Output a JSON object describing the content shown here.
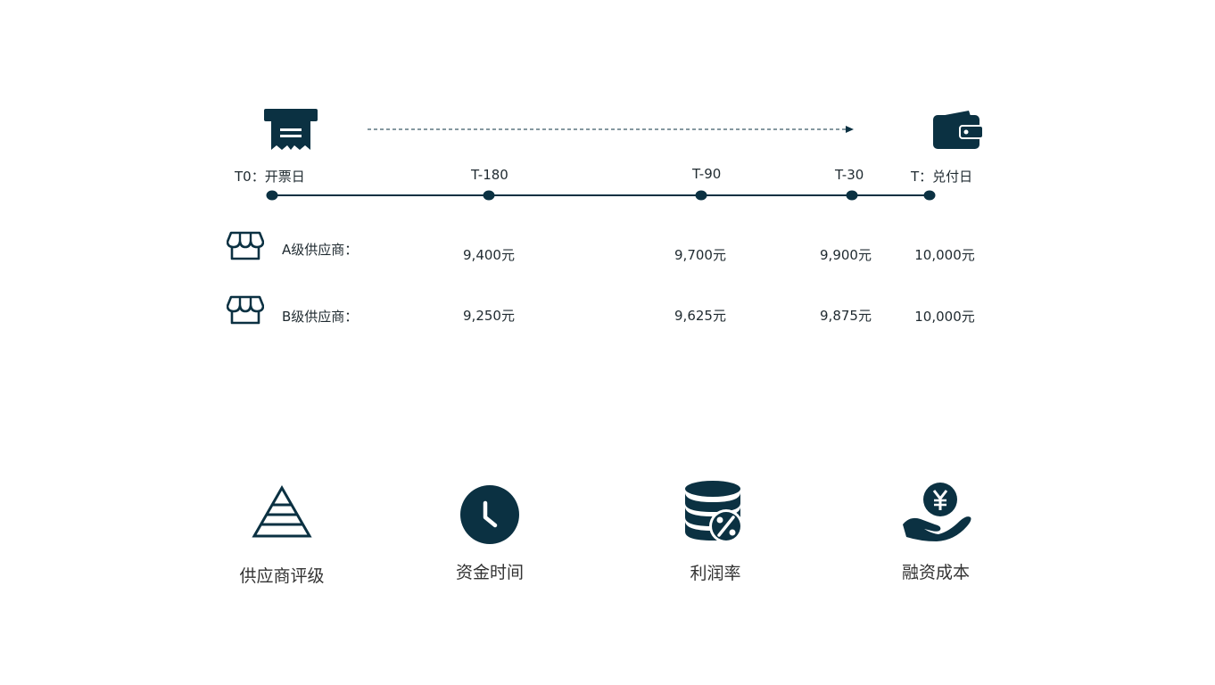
{
  "timeline": {
    "points": [
      {
        "label": "T0：开票日"
      },
      {
        "label": "T-180"
      },
      {
        "label": "T-90"
      },
      {
        "label": "T-30"
      },
      {
        "label": "T：兑付日"
      }
    ]
  },
  "suppliers": [
    {
      "name": "A级供应商：",
      "values": [
        "9,400元",
        "9,700元",
        "9,900元",
        "10,000元"
      ]
    },
    {
      "name": "B级供应商：",
      "values": [
        "9,250元",
        "9,625元",
        "9,875元",
        "10,000元"
      ]
    }
  ],
  "factors": [
    {
      "label": "供应商评级",
      "icon": "pyramid-icon"
    },
    {
      "label": "资金时间",
      "icon": "clock-icon"
    },
    {
      "label": "利润率",
      "icon": "coins-percent-icon"
    },
    {
      "label": "融资成本",
      "icon": "hand-yen-icon"
    }
  ],
  "colors": {
    "accent": "#0b3142"
  }
}
